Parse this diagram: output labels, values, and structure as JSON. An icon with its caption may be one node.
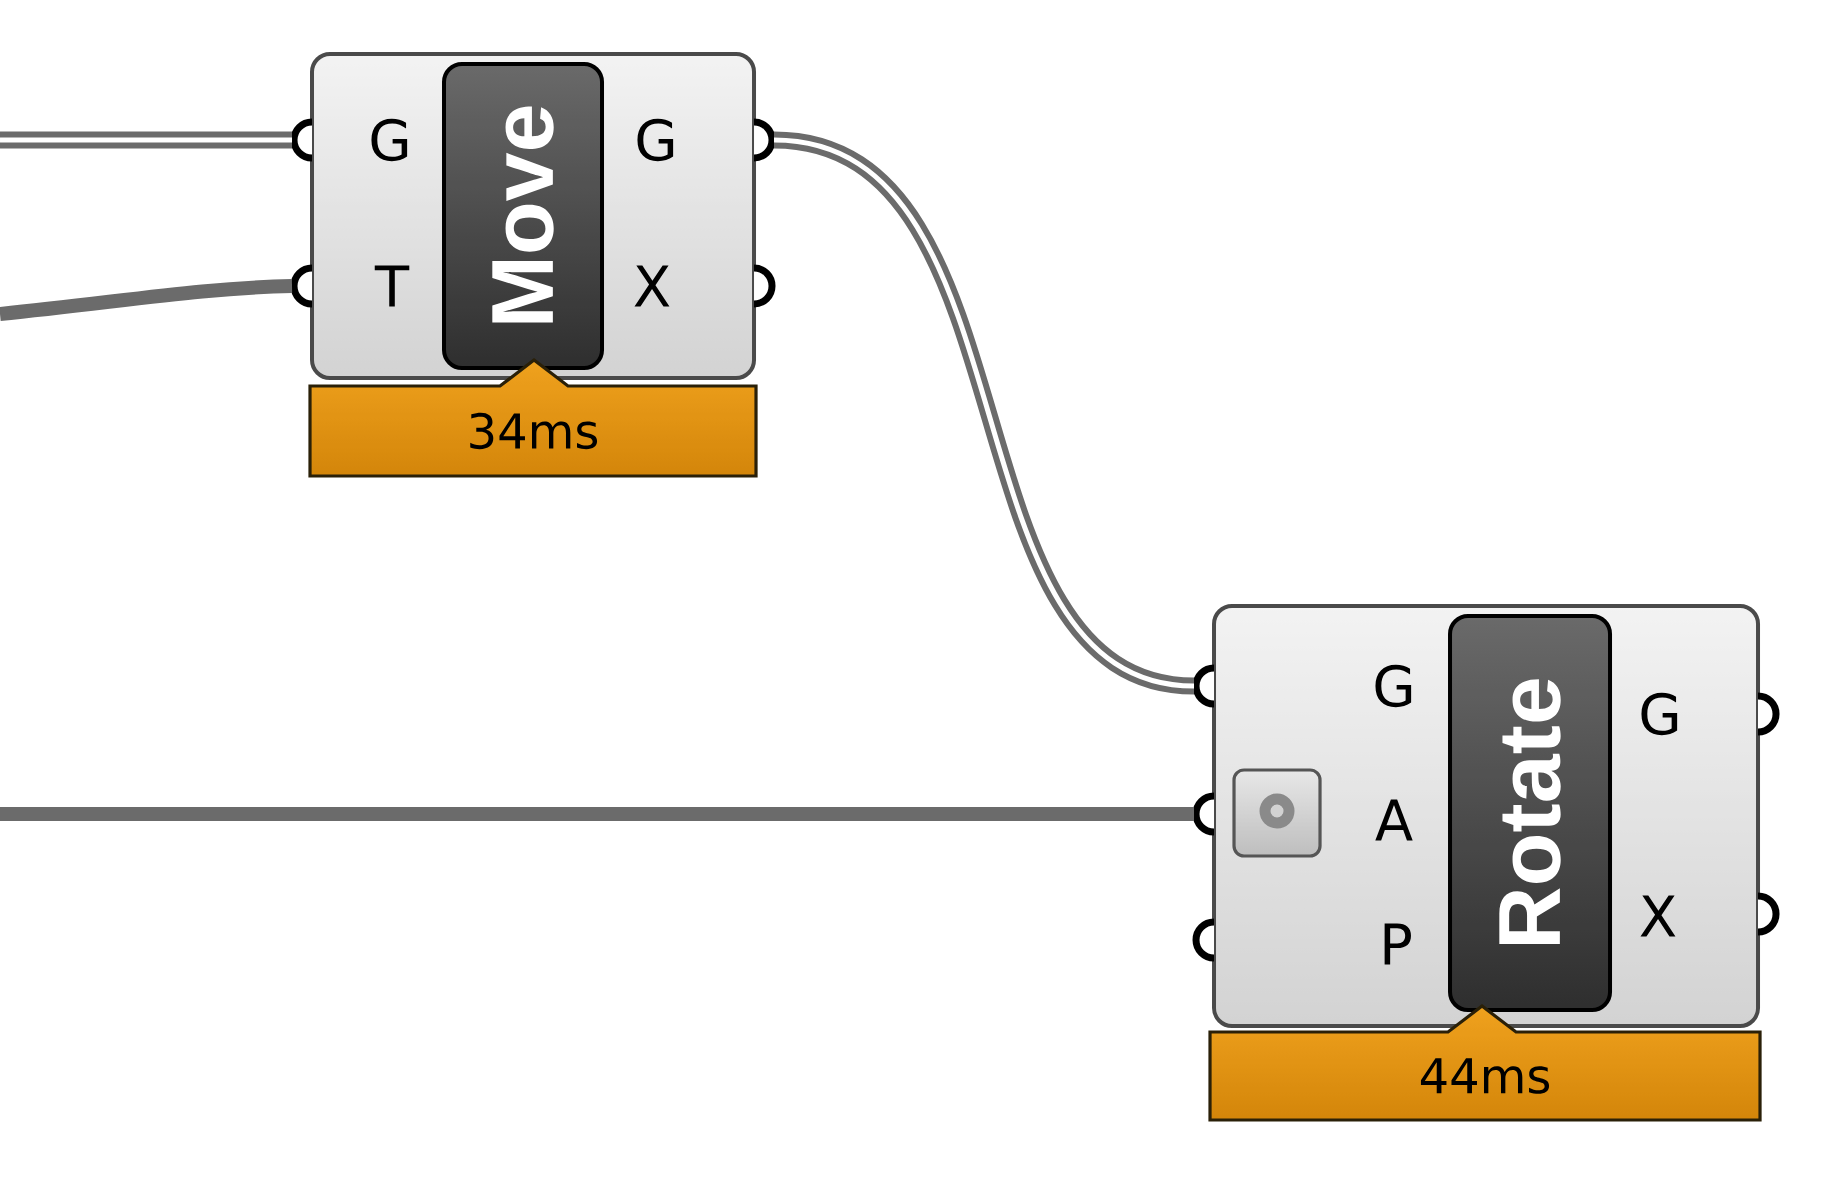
{
  "diagram": {
    "nodes": [
      {
        "text": [
          "G",
          "T",
          "G",
          "X"
        ]
      },
      {
        "text": [
          "Move"
        ],
        "in": 0
      },
      {
        "text": [
          "34ms"
        ]
      },
      {
        "text": [
          "G",
          "A",
          "P",
          "G",
          "X"
        ]
      },
      {
        "text": [
          "Rotate"
        ],
        "in": 3
      },
      {
        "text": [
          "44ms"
        ]
      }
    ],
    "edges": [
      {
        "from": null,
        "to": 0,
        "arrow": "none"
      },
      {
        "from": null,
        "to": 0,
        "arrow": "none"
      },
      {
        "from": 0,
        "to": 3,
        "arrow": "none"
      },
      {
        "from": null,
        "to": 3,
        "arrow": "none"
      }
    ]
  }
}
